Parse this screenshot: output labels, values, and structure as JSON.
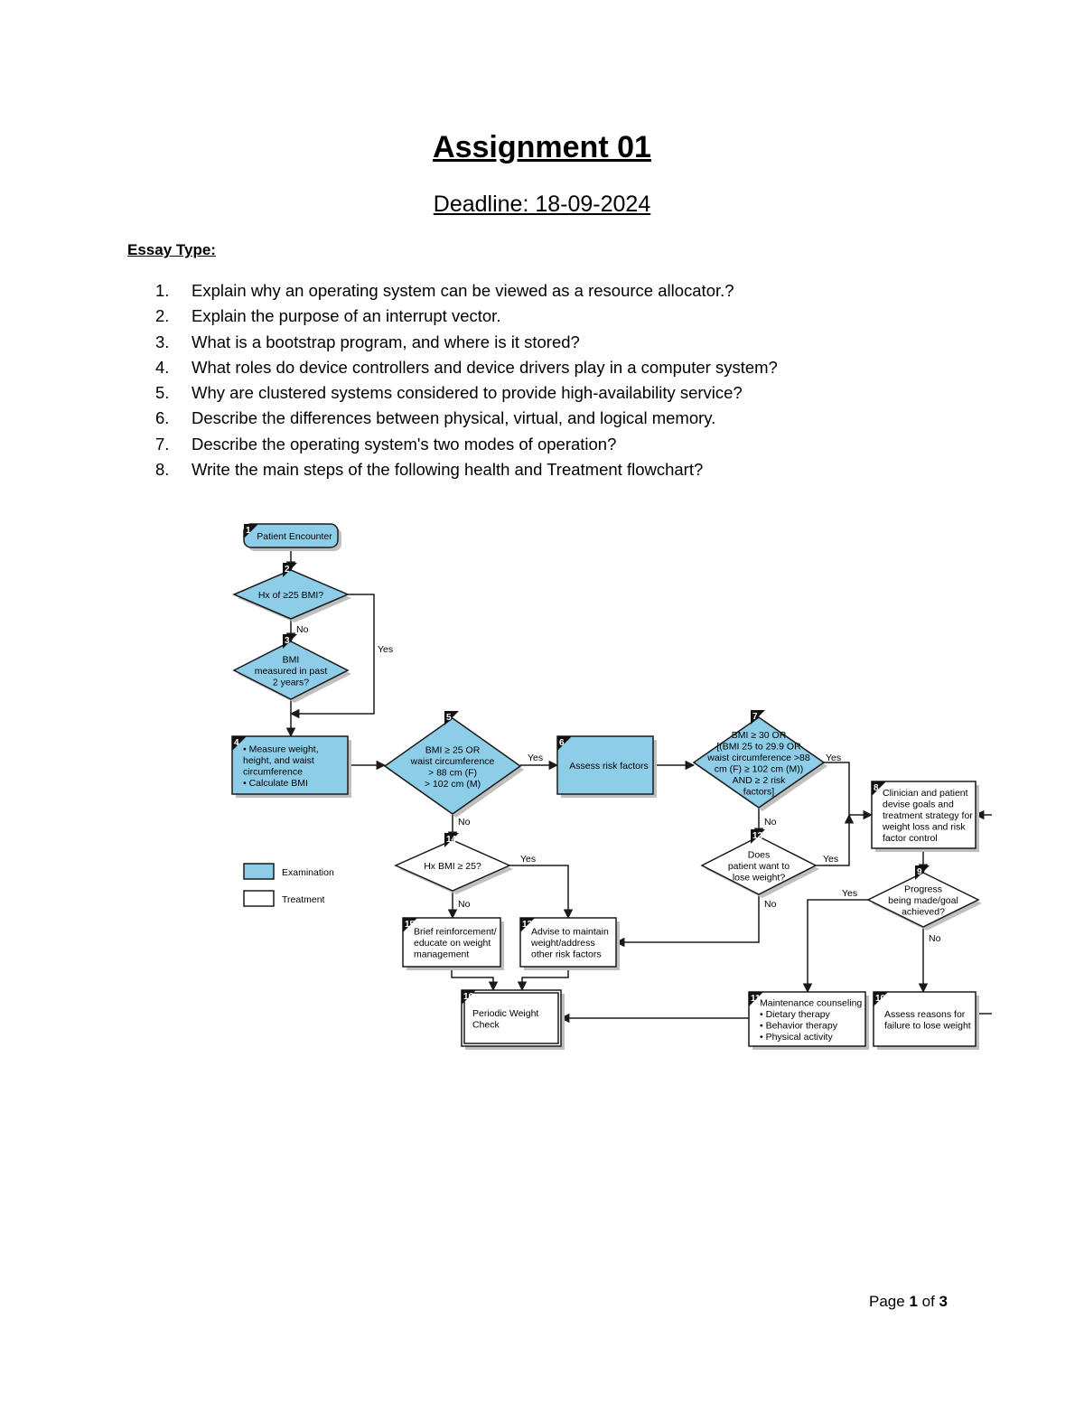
{
  "header": {
    "title": "Assignment 01",
    "deadline": "Deadline: 18-09-2024",
    "essay_type": "Essay Type:"
  },
  "questions": [
    {
      "num": "1.",
      "text": "Explain why an operating system can be viewed as a resource allocator.?"
    },
    {
      "num": "2.",
      "text": "Explain the purpose of an interrupt vector."
    },
    {
      "num": "3.",
      "text": "What is a bootstrap program, and where is it stored?"
    },
    {
      "num": "4.",
      "text": "What roles do device controllers and device drivers play in a computer system?"
    },
    {
      "num": "5.",
      "text": "Why are clustered systems considered to provide high-availability service?"
    },
    {
      "num": "6.",
      "text": "Describe the differences between physical, virtual, and logical memory."
    },
    {
      "num": "7.",
      "text": "Describe the operating system's two modes of operation?"
    },
    {
      "num": "8.",
      "text": "Write the main steps of the following health and Treatment flowchart?"
    }
  ],
  "flowchart": {
    "colors": {
      "examination": "#8ecde8",
      "treatment": "#ffffff"
    },
    "legend": {
      "examination": "Examination",
      "treatment": "Treatment"
    },
    "nodes": {
      "n1": {
        "num": "1",
        "lines": [
          "Patient Encounter"
        ]
      },
      "n2": {
        "num": "2",
        "lines": [
          "Hx of  ≥25 BMI?"
        ]
      },
      "n3": {
        "num": "3",
        "lines": [
          "BMI",
          "measured in past",
          "2 years?"
        ]
      },
      "n4": {
        "num": "4",
        "lines": [
          "• Measure weight,",
          "height, and waist",
          "circumference",
          "• Calculate BMI"
        ]
      },
      "n5": {
        "num": "5",
        "lines": [
          "BMI ≥ 25 OR",
          "waist circumference",
          "> 88 cm (F)",
          "> 102 cm (M)"
        ]
      },
      "n6": {
        "num": "6",
        "lines": [
          "Assess risk factors"
        ]
      },
      "n7": {
        "num": "7",
        "lines": [
          "BMI ≥ 30 OR",
          "[(BMI 25 to 29.9 OR",
          "waist circumference >88",
          "cm (F) ≥ 102 cm (M))",
          "AND ≥ 2 risk",
          "factors]"
        ]
      },
      "n8": {
        "num": "8",
        "lines": [
          "Clinician and patient",
          "devise goals and",
          "treatment strategy for",
          "weight loss and risk",
          "factor control"
        ]
      },
      "n9": {
        "num": "9",
        "lines": [
          "Progress",
          "being made/goal",
          "achieved?"
        ]
      },
      "n10": {
        "num": "10",
        "lines": [
          "Assess reasons for",
          "failure to lose weight"
        ]
      },
      "n11": {
        "num": "11",
        "lines": [
          "Maintenance counseling",
          "• Dietary therapy",
          "• Behavior therapy",
          "• Physical activity"
        ]
      },
      "n12": {
        "num": "12",
        "lines": [
          "Does",
          "patient want to",
          "lose weight?"
        ]
      },
      "n13": {
        "num": "13",
        "lines": [
          "Advise to maintain",
          "weight/address",
          "other risk factors"
        ]
      },
      "n14": {
        "num": "14",
        "lines": [
          "Hx BMI ≥ 25?"
        ]
      },
      "n15": {
        "num": "15",
        "lines": [
          "Brief reinforcement/",
          "educate on weight",
          "management"
        ]
      },
      "n16": {
        "num": "16",
        "lines": [
          "Periodic Weight",
          "Check"
        ]
      }
    },
    "edge_labels": {
      "yes": "Yes",
      "no": "No"
    }
  },
  "footer": {
    "prefix": "Page ",
    "current": "1",
    "middle": " of ",
    "total": "3"
  }
}
